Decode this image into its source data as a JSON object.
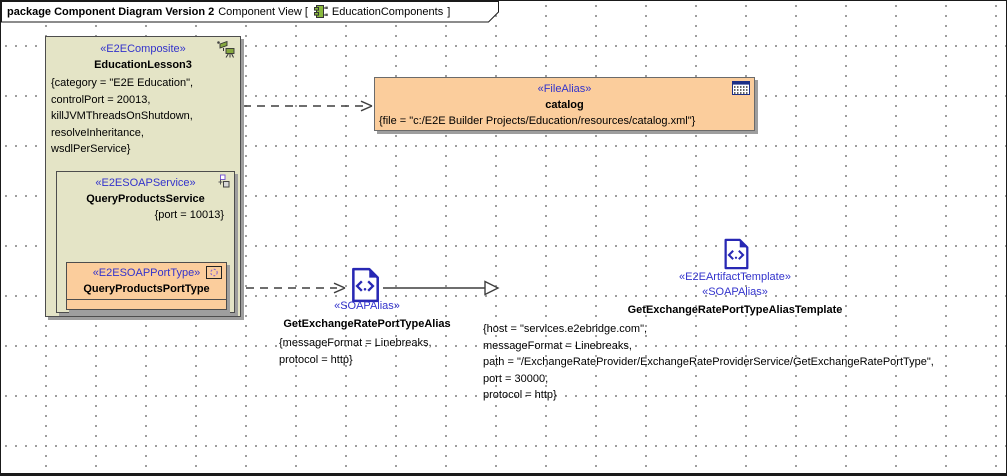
{
  "frame": {
    "title_bold": "package Component Diagram Version 2",
    "title_context": "Component View [",
    "diagram_name": "EducationComponents",
    "title_close": "]"
  },
  "education_lesson": {
    "stereotype": "«E2EComposite»",
    "name": "EducationLesson3",
    "properties": [
      "{category = \"E2E Education\",",
      "controlPort = 20013,",
      "killJVMThreadsOnShutdown,",
      "resolveInheritance,",
      "wsdlPerService}"
    ]
  },
  "query_products_service": {
    "stereotype": "«E2ESOAPService»",
    "name": "QueryProductsService",
    "port_constraint": "{port = 10013}"
  },
  "query_products_port_type": {
    "stereotype": "«E2ESOAPPortType»",
    "name": "QueryProductsPortType"
  },
  "catalog": {
    "stereotype": "«FileAlias»",
    "name": "catalog",
    "property": "{file = \"c:/E2E Builder Projects/Education/resources/catalog.xml\"}"
  },
  "alias": {
    "stereotype": "«SOAPAlias»",
    "name": "GetExchangeRatePortTypeAlias",
    "properties": [
      "{messageFormat = Linebreaks,",
      "protocol = http}"
    ]
  },
  "template": {
    "stereotype1": "«E2EArtifactTemplate»",
    "stereotype2": "«SOAPAlias»",
    "name": "GetExchangeRatePortTypeAliasTemplate",
    "properties": [
      "{host = \"services.e2ebridge.com\",",
      "messageFormat = Linebreaks,",
      "path = \"/ExchangeRateProvider/ExchangeRateProviderService/GetExchangeRatePortType\",",
      "port = 30000,",
      "protocol = http}"
    ]
  },
  "colors": {
    "component_fill": "#e4e4c6",
    "alias_fill": "#fbcd9c",
    "stereotype_text": "#3333cc",
    "doc_icon_blue": "#2828b4",
    "shadow": "#9e9e9e",
    "grid_dot": "#8f8f8f"
  }
}
